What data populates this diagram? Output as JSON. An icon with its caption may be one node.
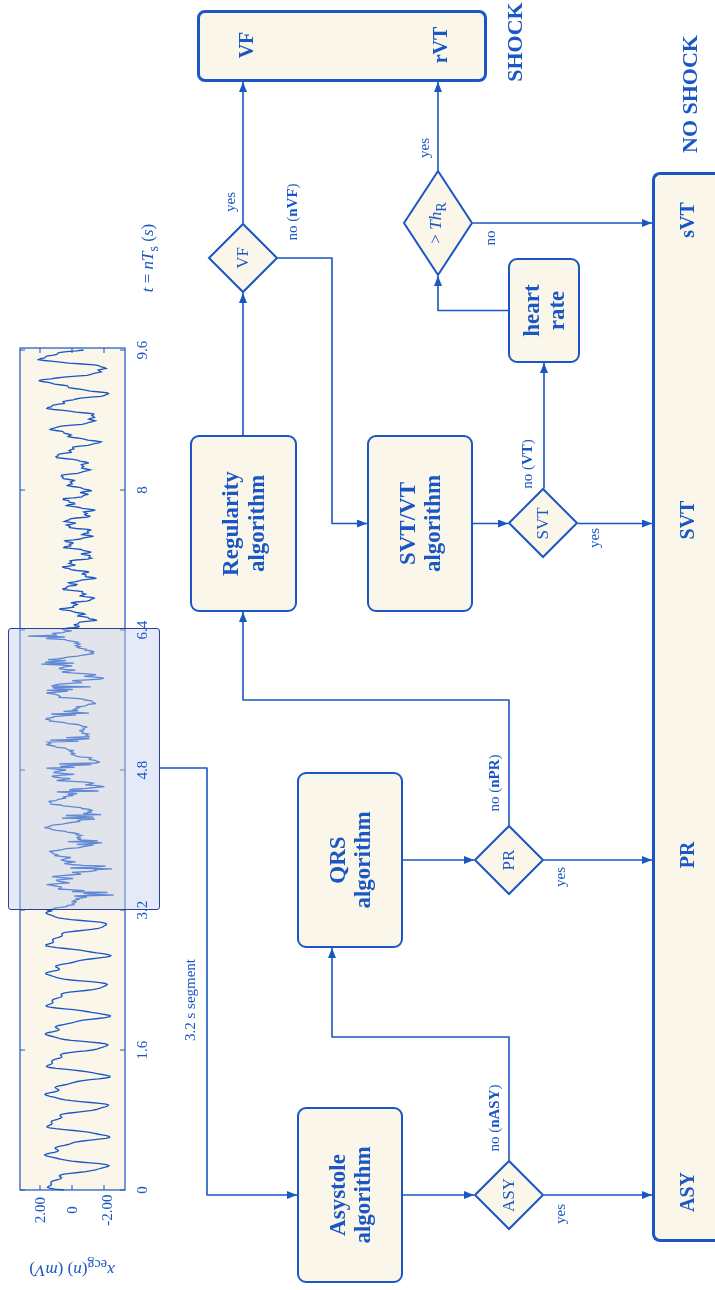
{
  "diagram": {
    "nodes": [
      {
        "text": [],
        "shape": "box"
      },
      {
        "text": [
          "Asystole algorithm"
        ]
      },
      {
        "text": [
          "ASY"
        ]
      },
      {
        "text": [
          "QRS algorithm"
        ]
      },
      {
        "text": [
          "PR"
        ]
      },
      {
        "text": [
          "Regularity algorithm"
        ]
      },
      {
        "text": [
          "VF"
        ]
      },
      {
        "text": [
          "SVT/VT algorithm"
        ]
      },
      {
        "text": [
          "SVT"
        ]
      },
      {
        "text": [
          "heart rate"
        ]
      },
      {
        "text": [
          "> *Th*$_{R}$"
        ]
      },
      {
        "text": [
          "VF",
          "rVT"
        ],
        "beside": [
          "SHOCK"
        ]
      },
      {
        "text": [
          "ASY",
          "PR",
          "SVT",
          "sVT"
        ],
        "beside": [
          "NO SHOCK"
        ]
      }
    ],
    "edges": [
      {
        "from": 0,
        "to": 1,
        "arrow": "to",
        "label": "3.2 s segment"
      },
      {
        "from": 1,
        "to": 2,
        "arrow": "to"
      },
      {
        "from": 2,
        "to": 12,
        "arrow": "to",
        "label": "yes"
      },
      {
        "from": 2,
        "to": 3,
        "arrow": "to",
        "label": "no (**nASY**)"
      },
      {
        "from": 3,
        "to": 4,
        "arrow": "to"
      },
      {
        "from": 4,
        "to": 12,
        "arrow": "to",
        "label": "yes"
      },
      {
        "from": 4,
        "to": 5,
        "arrow": "to",
        "label": "no (**nPR**)"
      },
      {
        "from": 5,
        "to": 6,
        "arrow": "to"
      },
      {
        "from": 6,
        "to": 11,
        "arrow": "to",
        "label": "yes"
      },
      {
        "from": 6,
        "to": 7,
        "arrow": "to",
        "label": "no (**nVF**)"
      },
      {
        "from": 7,
        "to": 8,
        "arrow": "to"
      },
      {
        "from": 8,
        "to": 12,
        "arrow": "to",
        "label": "yes"
      },
      {
        "from": 8,
        "to": 9,
        "arrow": "to",
        "label": "no (**VT**)"
      },
      {
        "from": 9,
        "to": 10,
        "arrow": "to"
      },
      {
        "from": 10,
        "to": 11,
        "arrow": "to",
        "label": "yes"
      },
      {
        "from": 10,
        "to": 12,
        "arrow": "to",
        "label": "no"
      }
    ],
    "labels": [
      "*x*$_{ecg}$(*n*) (*mV*)",
      "2.00",
      "0",
      "-2.00",
      "0",
      "1.6",
      "3.2",
      "4.8",
      "6.4",
      "8",
      "9.6",
      "*t* = *nT*$_{s}$ (*s*)"
    ]
  }
}
